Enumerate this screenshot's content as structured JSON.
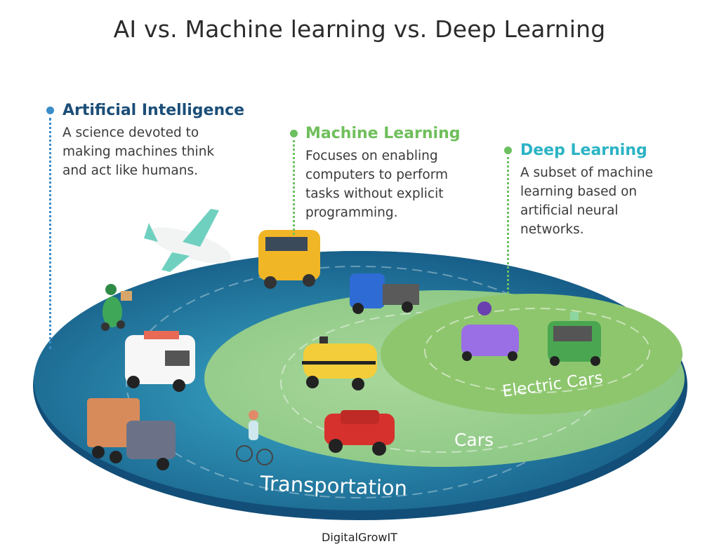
{
  "title": "AI vs. Machine learning vs. Deep Learning",
  "colors": {
    "ai": "#1b4e78",
    "ml": "#6fbf5b",
    "dl": "#2bb3c4",
    "outer": "#1c6e96",
    "middle": "#9fd08c",
    "inner": "#8cc86c"
  },
  "blocks": [
    {
      "title": "Artificial Intelligence",
      "lines": [
        "A science devoted to",
        "making machines think",
        "and act like humans."
      ]
    },
    {
      "title": "Machine Learning",
      "lines": [
        "Focuses on enabling",
        "computers to perform",
        "tasks without explicit",
        "programming."
      ]
    },
    {
      "title": "Deep Learning",
      "lines": [
        "A subset of machine",
        "learning based on",
        "artificial neural",
        "networks."
      ]
    }
  ],
  "rings": {
    "outer": "Transportation",
    "middle": "Cars",
    "inner": "Electric Cars"
  },
  "footer": "DigitalGrowIT"
}
